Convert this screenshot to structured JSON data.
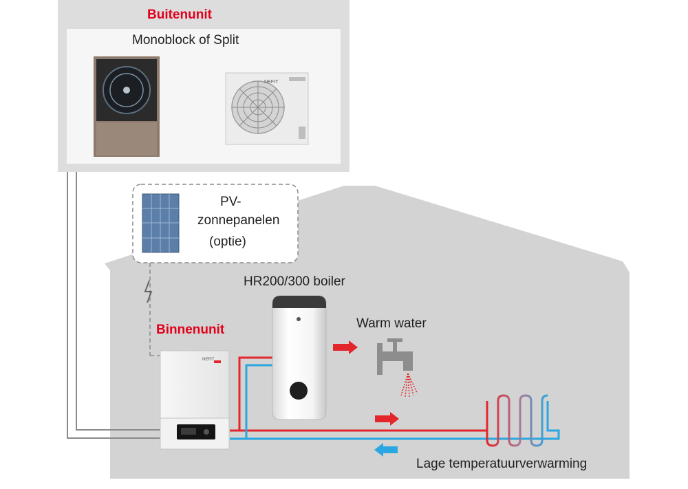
{
  "outdoor": {
    "title": "Buitenunit",
    "subtitle": "Monoblock of Split",
    "unit_brand": "NEFIT"
  },
  "pv": {
    "line1": "PV-",
    "line2": "zonnepanelen",
    "line3": "(optie)"
  },
  "indoor": {
    "title": "Binnenunit",
    "brand": "NEFIT"
  },
  "boiler": {
    "label": "HR200/300 boiler"
  },
  "tap": {
    "label": "Warm water"
  },
  "heating": {
    "label": "Lage temperatuurverwarming"
  },
  "colors": {
    "accent_red": "#e2001a",
    "flow_red": "#e3262b",
    "return_blue": "#2aa7e0",
    "house_gray": "#d2d2d2",
    "frame_gray": "#dcdcdc"
  }
}
